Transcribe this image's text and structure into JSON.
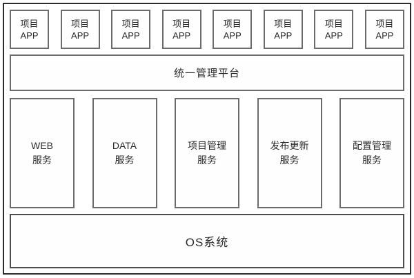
{
  "top_row": {
    "items": [
      {
        "line1": "项目",
        "line2": "APP"
      },
      {
        "line1": "项目",
        "line2": "APP"
      },
      {
        "line1": "项目",
        "line2": "APP"
      },
      {
        "line1": "项目",
        "line2": "APP"
      },
      {
        "line1": "项目",
        "line2": "APP"
      },
      {
        "line1": "项目",
        "line2": "APP"
      },
      {
        "line1": "项目",
        "line2": "APP"
      },
      {
        "line1": "项目",
        "line2": "APP"
      }
    ]
  },
  "platform": {
    "label": "统一管理平台"
  },
  "services": {
    "items": [
      {
        "line1": "WEB",
        "line2": "服务"
      },
      {
        "line1": "DATA",
        "line2": "服务"
      },
      {
        "line1": "项目管理",
        "line2": "服务"
      },
      {
        "line1": "发布更新",
        "line2": "服务"
      },
      {
        "line1": "配置管理",
        "line2": "服务"
      }
    ]
  },
  "os": {
    "label": "OS系统"
  },
  "colors": {
    "background": "#ffffff",
    "outer_border": "#2b2b2b",
    "box_border": "#6b6b6b",
    "os_border": "#4d4d4d",
    "text": "#2a2a2a"
  }
}
